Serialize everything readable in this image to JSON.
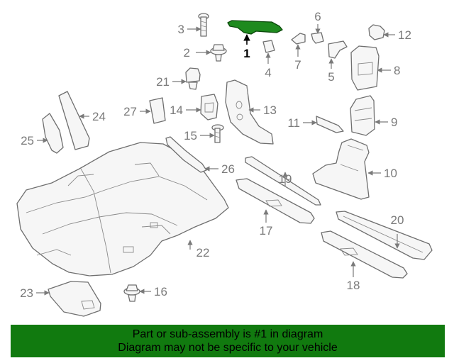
{
  "diagram": {
    "highlighted_part": "1",
    "callouts": [
      {
        "id": "1",
        "label": "1"
      },
      {
        "id": "2",
        "label": "2"
      },
      {
        "id": "3",
        "label": "3"
      },
      {
        "id": "4",
        "label": "4"
      },
      {
        "id": "5",
        "label": "5"
      },
      {
        "id": "6",
        "label": "6"
      },
      {
        "id": "7",
        "label": "7"
      },
      {
        "id": "8",
        "label": "8"
      },
      {
        "id": "9",
        "label": "9"
      },
      {
        "id": "10",
        "label": "10"
      },
      {
        "id": "11",
        "label": "11"
      },
      {
        "id": "12",
        "label": "12"
      },
      {
        "id": "13",
        "label": "13"
      },
      {
        "id": "14",
        "label": "14"
      },
      {
        "id": "15",
        "label": "15"
      },
      {
        "id": "16",
        "label": "16"
      },
      {
        "id": "17",
        "label": "17"
      },
      {
        "id": "18",
        "label": "18"
      },
      {
        "id": "19",
        "label": "19"
      },
      {
        "id": "20",
        "label": "20"
      },
      {
        "id": "21",
        "label": "21"
      },
      {
        "id": "22",
        "label": "22"
      },
      {
        "id": "23",
        "label": "23"
      },
      {
        "id": "24",
        "label": "24"
      },
      {
        "id": "25",
        "label": "25"
      },
      {
        "id": "26",
        "label": "26"
      },
      {
        "id": "27",
        "label": "27"
      }
    ],
    "colors": {
      "highlight_fill": "#1e8a1e",
      "line": "#7a7a7a",
      "banner": "#117a0f"
    }
  },
  "banner": {
    "line1": "Part or sub-assembly is #1 in diagram",
    "line2": "Diagram may not be specific to your vehicle"
  }
}
